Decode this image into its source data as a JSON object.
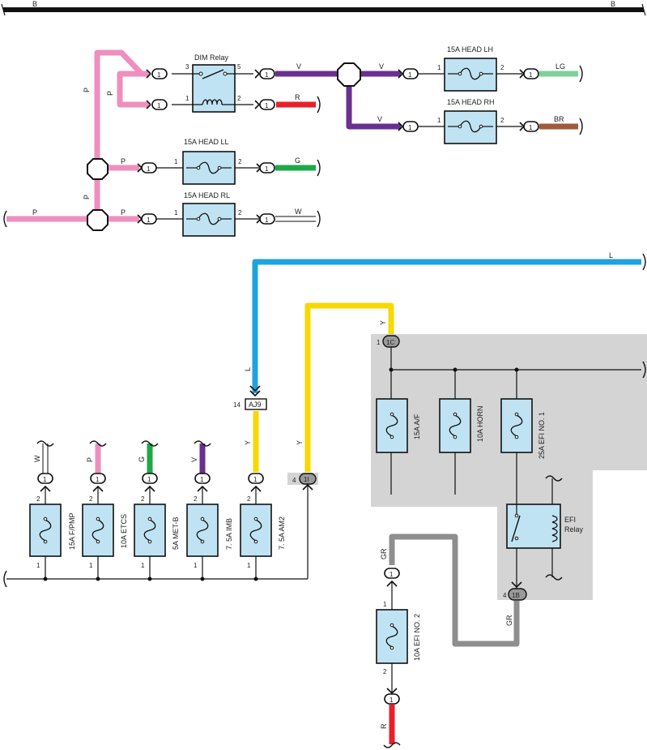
{
  "colors": {
    "black": "#111111",
    "pink": "#ee8fbe",
    "violet": "#6a2f8f",
    "red": "#e8202a",
    "green": "#1ea84a",
    "light_green": "#7fcf9a",
    "brown": "#a05a3c",
    "blue": "#1fa3df",
    "yellow": "#f7d800",
    "gray": "#8e8e8e",
    "fuse_fill": "#bfe3f3",
    "shaded_block": "#d4d4d4"
  },
  "wires": {
    "b_top_left": "B",
    "b_top_right": "B",
    "p": "P",
    "v": "V",
    "r": "R",
    "g": "G",
    "w": "W",
    "lg": "LG",
    "br": "BR",
    "l": "L",
    "y": "Y",
    "gr": "GR"
  },
  "connector_pin": "1",
  "relays": {
    "dim": {
      "label": "DIM Relay",
      "pin3": "3",
      "pin5": "5",
      "pin1": "1",
      "pin2": "2"
    },
    "efi": {
      "label1": "EFI",
      "label2": "Relay"
    }
  },
  "fuses": {
    "head_lh": {
      "label": "15A HEAD LH",
      "pin1": "1",
      "pin2": "2"
    },
    "head_rh": {
      "label": "15A HEAD RH",
      "pin1": "1",
      "pin2": "2"
    },
    "head_ll": {
      "label": "15A HEAD LL",
      "pin1": "1",
      "pin2": "2"
    },
    "head_rl": {
      "label": "15A HEAD RL",
      "pin1": "1",
      "pin2": "2"
    },
    "f_pmp": {
      "label": "15A F/PMP",
      "top_pin": "2",
      "bottom_pin": "1"
    },
    "etcs": {
      "label": "10A ETCS",
      "top_pin": "2",
      "bottom_pin": "1"
    },
    "met_b": {
      "label": "5A MET-B",
      "top_pin": "2",
      "bottom_pin": "1"
    },
    "imb": {
      "label": "7. 5A IMB",
      "top_pin": "2",
      "bottom_pin": "1"
    },
    "am2": {
      "label": "7. 5A AM2",
      "top_pin": "2",
      "bottom_pin": "1"
    },
    "a_f": {
      "label": "15A A/F"
    },
    "horn": {
      "label": "10A HORN"
    },
    "efi_no1": {
      "label": "25A EFI NO. 1"
    },
    "efi_no2": {
      "label": "10A EFI NO. 2",
      "top_pin": "1",
      "bottom_pin": "2"
    }
  },
  "connectors": {
    "aj9": {
      "id": "AJ9",
      "pin": "14"
    },
    "c1c": {
      "id": "1C",
      "pin": "1"
    },
    "c1i": {
      "id": "1I",
      "pin": "4"
    },
    "c1b": {
      "id": "1B",
      "pin": "4"
    }
  }
}
